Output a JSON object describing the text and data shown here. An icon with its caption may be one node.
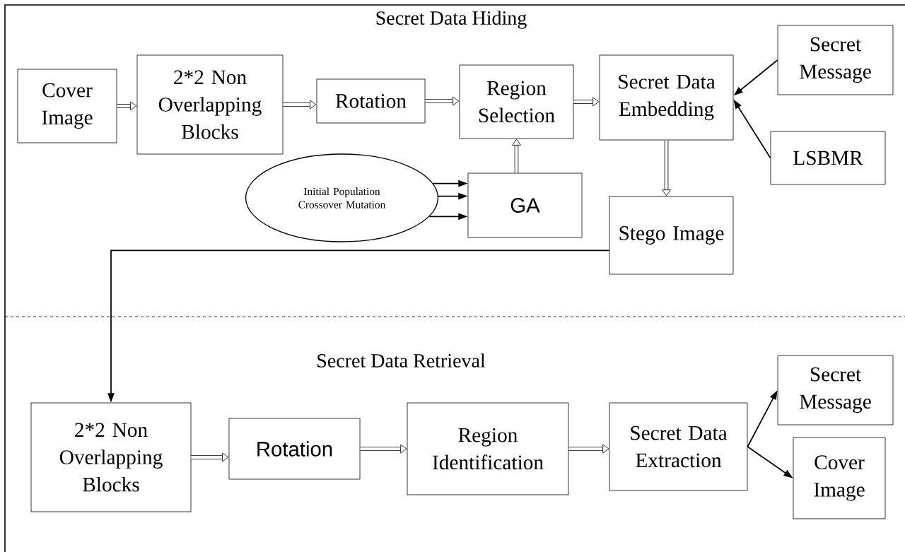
{
  "diagram": {
    "nodes": [
      {
        "text": [
          "Cover Image"
        ]
      },
      {
        "text": [
          "2*2 Non Overlapping Blocks"
        ]
      },
      {
        "text": [
          "Rotation"
        ]
      },
      {
        "text": [
          "Region Selection"
        ]
      },
      {
        "text": [
          "Secret Data Embedding"
        ]
      },
      {
        "text": [
          "Secret Message"
        ]
      },
      {
        "text": [
          "LSBMR"
        ]
      },
      {
        "text": [
          "Initial Population Crossover Mutation"
        ]
      },
      {
        "text": [
          "GA"
        ]
      },
      {
        "text": [
          "Stego Image"
        ]
      },
      {
        "text": [
          "2*2 Non Overlapping Blocks"
        ]
      },
      {
        "text": [
          "Rotation"
        ]
      },
      {
        "text": [
          "Region Identification"
        ]
      },
      {
        "text": [
          "Secret Data Extraction"
        ]
      },
      {
        "text": [
          "Secret Message"
        ]
      },
      {
        "text": [
          "Cover Image"
        ]
      }
    ],
    "edges": [
      {
        "from": 0,
        "to": 1,
        "arrow": "to"
      },
      {
        "from": 1,
        "to": 2,
        "arrow": "to"
      },
      {
        "from": 2,
        "to": 3,
        "arrow": "to"
      },
      {
        "from": 3,
        "to": 4,
        "arrow": "to"
      },
      {
        "from": 5,
        "to": 4,
        "arrow": "to"
      },
      {
        "from": 6,
        "to": 4,
        "arrow": "to"
      },
      {
        "from": 7,
        "to": 8,
        "arrow": "to"
      },
      {
        "from": 7,
        "to": 8,
        "arrow": "to"
      },
      {
        "from": 7,
        "to": 8,
        "arrow": "to"
      },
      {
        "from": 8,
        "to": 3,
        "arrow": "to"
      },
      {
        "from": 4,
        "to": 9,
        "arrow": "to"
      },
      {
        "from": 9,
        "to": 10,
        "arrow": "to"
      },
      {
        "from": 10,
        "to": 11,
        "arrow": "to"
      },
      {
        "from": 11,
        "to": 12,
        "arrow": "to"
      },
      {
        "from": 12,
        "to": 13,
        "arrow": "to"
      },
      {
        "from": 13,
        "to": 14,
        "arrow": "to"
      },
      {
        "from": 13,
        "to": 15,
        "arrow": "to"
      }
    ],
    "labels": [
      "Secret Data Hiding",
      "Secret Data Retrieval"
    ]
  }
}
